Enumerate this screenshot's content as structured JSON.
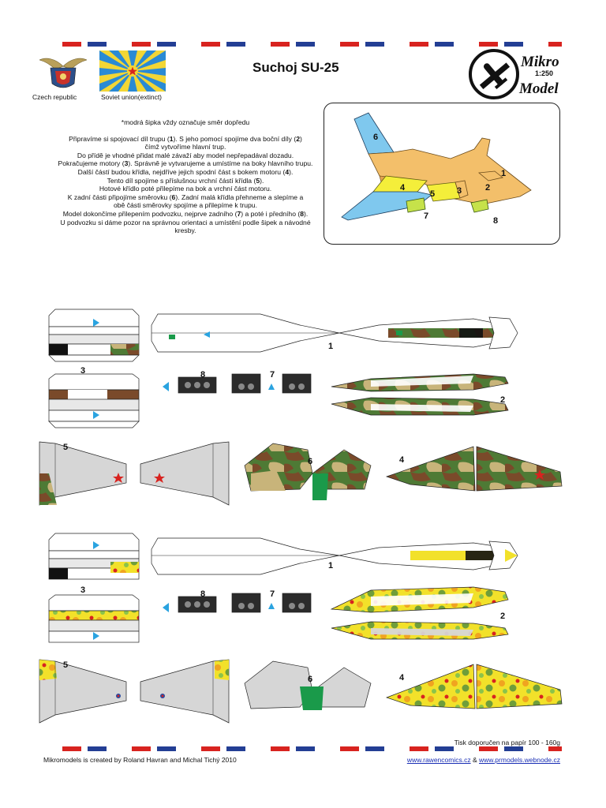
{
  "header": {
    "title": "Suchoj SU-25",
    "czech_caption": "Czech republic",
    "soviet_caption": "Soviet union(extinct)"
  },
  "logo": {
    "line1": "Mikro",
    "scale": "1:250",
    "line2": "Model",
    "icon": "airplane-icon"
  },
  "instructions": {
    "note": "*modrá šipka vždy označuje směr dopředu",
    "lines": [
      [
        {
          "t": "Připravíme si spojovací díl trupu ("
        },
        {
          "t": "1",
          "b": true
        },
        {
          "t": "). S jeho pomocí spojíme dva boční díly ("
        },
        {
          "t": "2",
          "b": true
        },
        {
          "t": ")"
        }
      ],
      [
        {
          "t": "čímž vytvoříme hlavní trup."
        }
      ],
      [
        {
          "t": "Do přídě je vhodné přidat malé závaží aby model nepřepadával dozadu."
        }
      ],
      [
        {
          "t": "Pokračujeme motory ("
        },
        {
          "t": "3",
          "b": true
        },
        {
          "t": "). Správně je vytvarujeme a umístíme na boky hlavního trupu."
        }
      ],
      [
        {
          "t": "Další částí budou křídla, nejdříve jejich spodní část s bokem motoru ("
        },
        {
          "t": "4",
          "b": true
        },
        {
          "t": ")."
        }
      ],
      [
        {
          "t": "Tento díl spojíme s příslušnou vrchní částí křídla ("
        },
        {
          "t": "5",
          "b": true
        },
        {
          "t": ")."
        }
      ],
      [
        {
          "t": "Hotové křídlo poté přilepíme na bok a vrchní část motoru."
        }
      ],
      [
        {
          "t": "K zadní části připojíme směrovku ("
        },
        {
          "t": "6",
          "b": true
        },
        {
          "t": "). Zadní malá křídla přehneme a slepíme a"
        }
      ],
      [
        {
          "t": "obě části směrovky spojíme a přilepíme k trupu."
        }
      ],
      [
        {
          "t": "Model dokončíme přilepením podvozku, nejprve zadního ("
        },
        {
          "t": "7",
          "b": true
        },
        {
          "t": ") a poté i předního ("
        },
        {
          "t": "8",
          "b": true
        },
        {
          "t": ")."
        }
      ],
      [
        {
          "t": "U podvozku si dáme pozor na správnou orientaci a umístění podle šipek a návodné"
        }
      ],
      [
        {
          "t": "kresby."
        }
      ]
    ]
  },
  "diagram": {
    "labels": [
      "1",
      "2",
      "3",
      "4",
      "5",
      "6",
      "7",
      "8"
    ]
  },
  "parts": {
    "labels": [
      "1",
      "2",
      "3",
      "4",
      "5",
      "6",
      "7",
      "8"
    ]
  },
  "footer": {
    "print_note": "Tisk doporučen na papír 100 - 160g",
    "credits": "Mikromodels is created by Roland Havran and Michal Tichý 2010",
    "link1": "www.rawencomics.cz",
    "amp": " & ",
    "link2": "www.prmodels.webnode.cz"
  },
  "colors": {
    "flag_red": "#d8231f",
    "flag_blue": "#233e94",
    "camo_brown": "#7a4a2a",
    "camo_green": "#4e7a35",
    "camo_sand": "#c8b47a",
    "yellow": "#f2e12a",
    "orange": "#f0a420",
    "part_grey": "#d6d6d6",
    "arrow_blue": "#2aa3e0",
    "diag_blue": "#7fc8ee",
    "diag_orange": "#f3bf6a",
    "diag_yellow": "#f4ee3a",
    "diag_lime": "#c6e24a"
  }
}
